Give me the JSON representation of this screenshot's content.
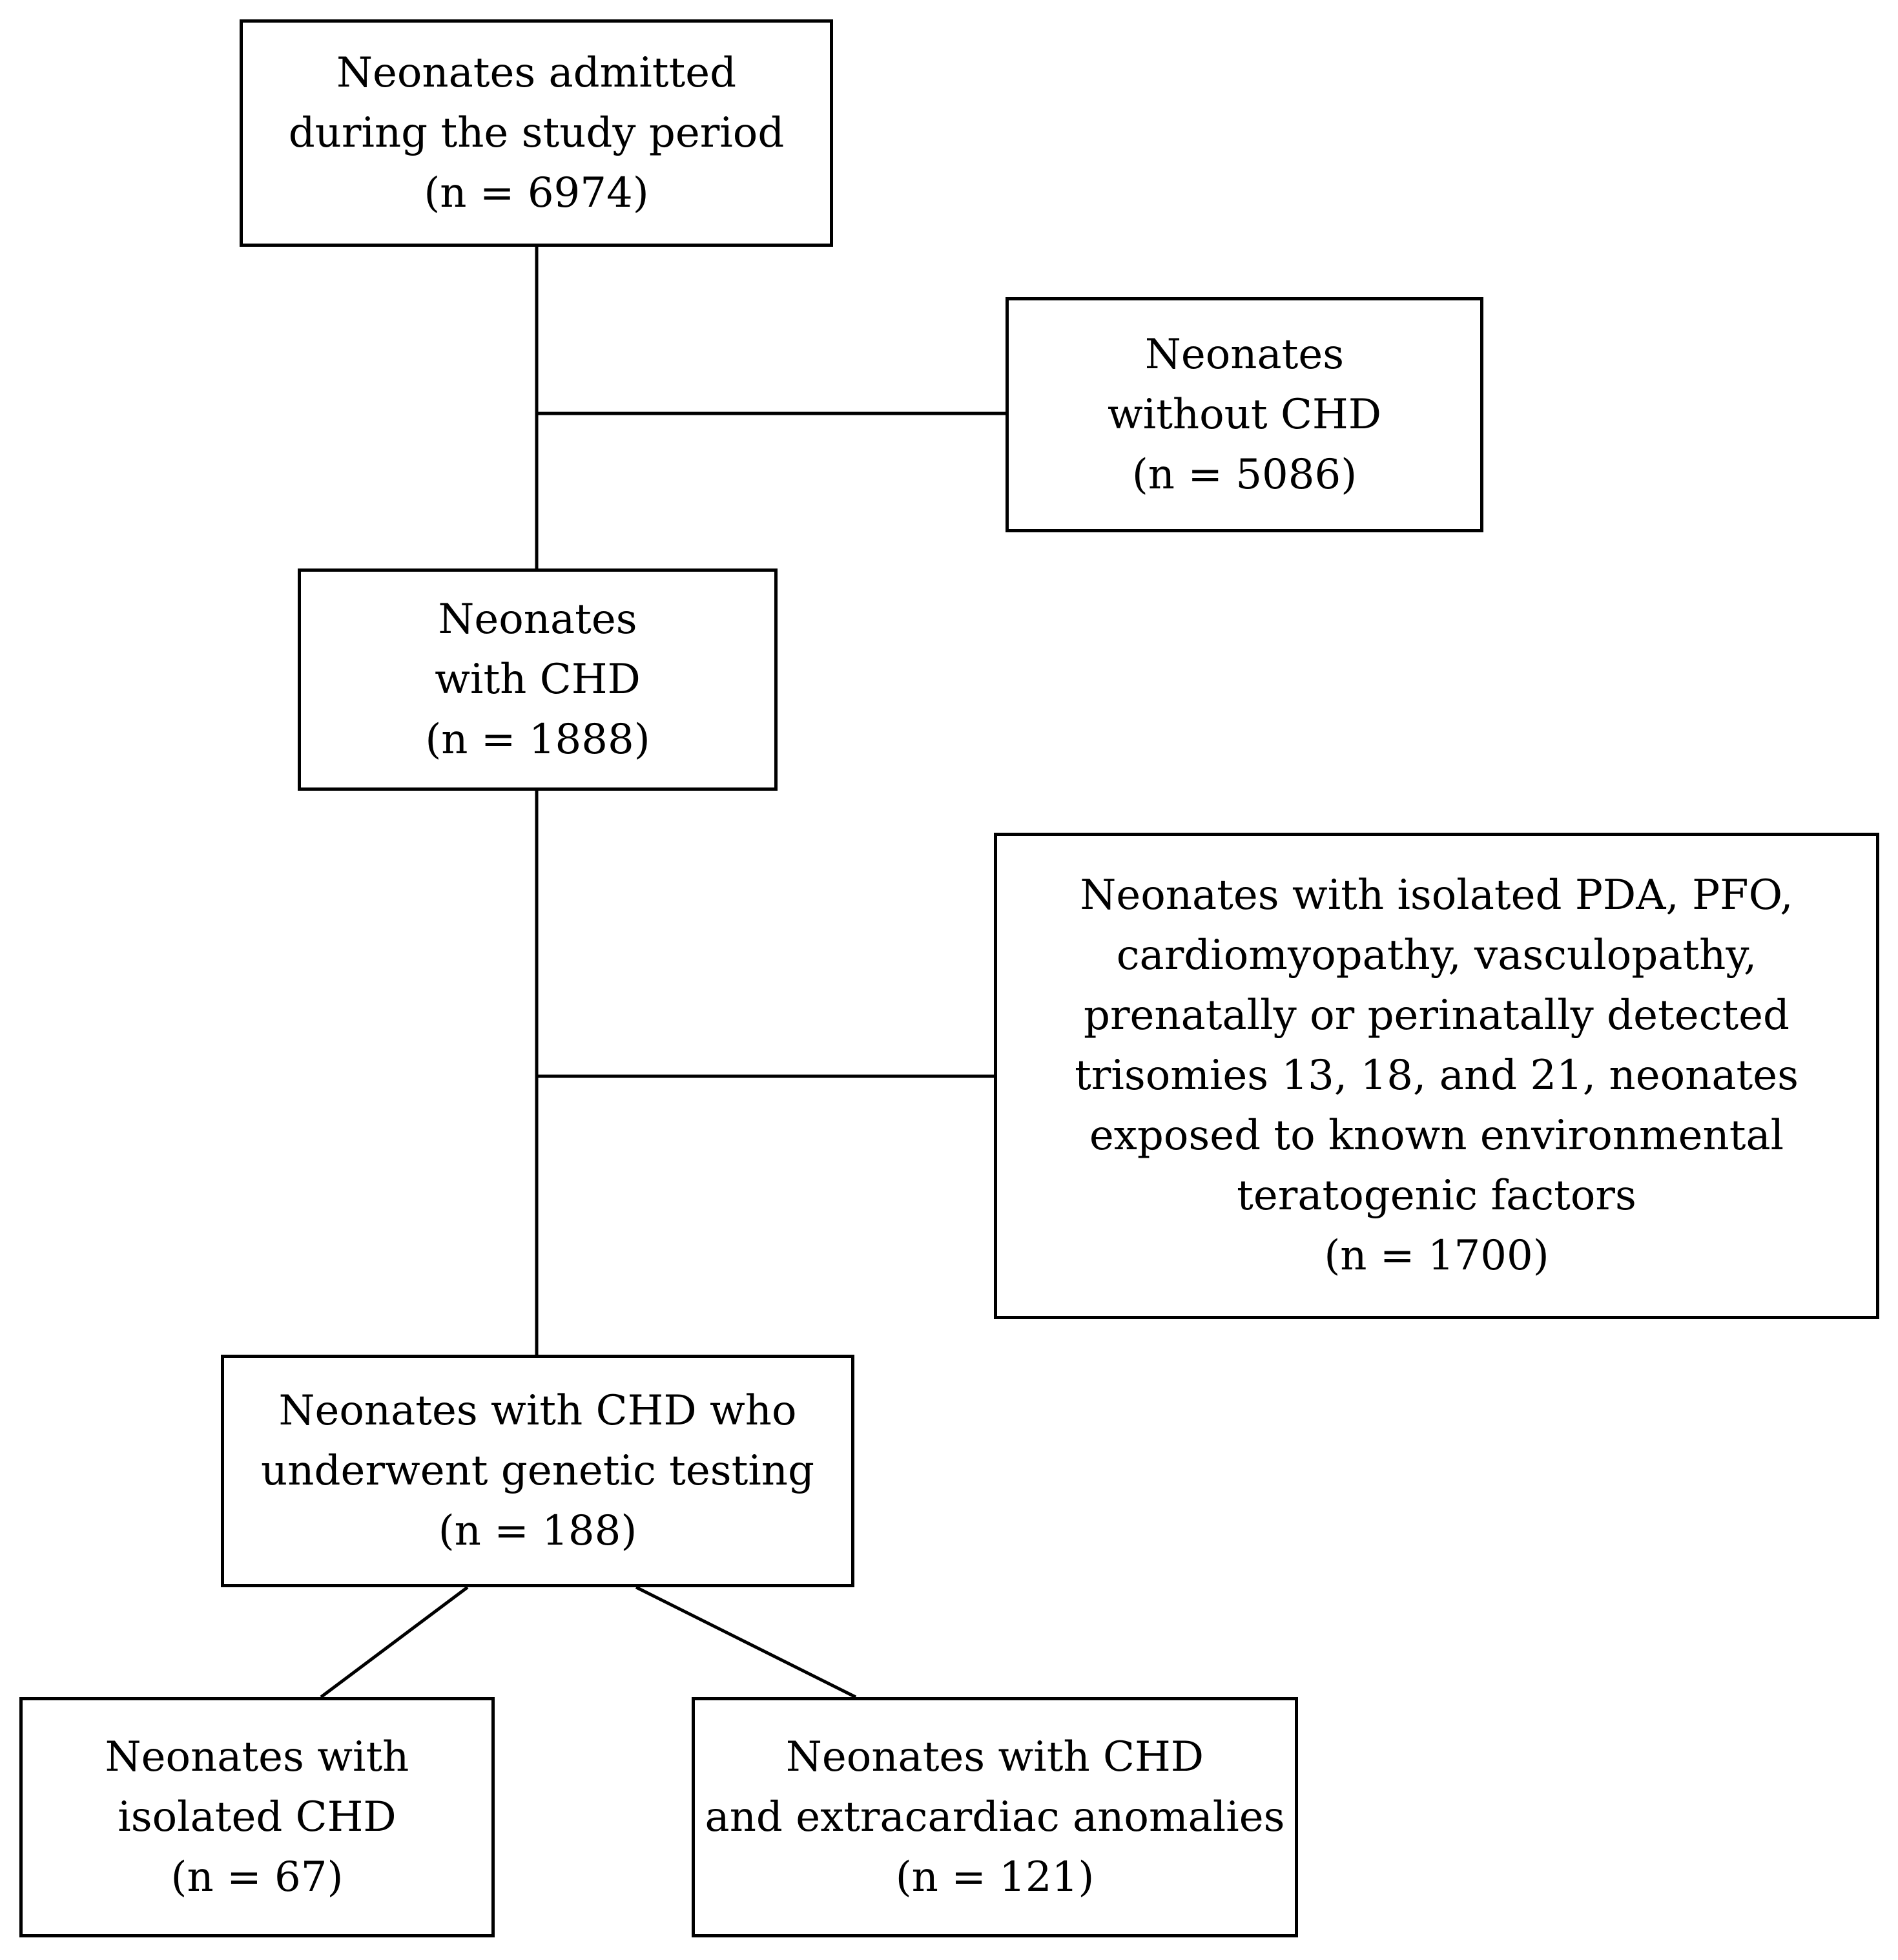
{
  "flowchart": {
    "admitted": {
      "lines": [
        "Neonates admitted",
        "during the study period",
        "(n = 6974)"
      ],
      "n": 6974
    },
    "without_chd": {
      "lines": [
        "Neonates",
        "without CHD",
        "(n = 5086)"
      ],
      "n": 5086
    },
    "with_chd": {
      "lines": [
        "Neonates",
        "with CHD",
        "(n = 1888)"
      ],
      "n": 1888
    },
    "excluded": {
      "lines": [
        "Neonates with isolated PDA, PFO,",
        "cardiomyopathy, vasculopathy,",
        "prenatally or perinatally detected",
        "trisomies 13, 18, and 21, neonates",
        "exposed to known environmental",
        "teratogenic factors",
        "(n = 1700)"
      ],
      "n": 1700
    },
    "genetic_testing": {
      "lines": [
        "Neonates with CHD who",
        "underwent genetic testing",
        "(n = 188)"
      ],
      "n": 188
    },
    "isolated_chd": {
      "lines": [
        "Neonates with",
        "isolated CHD",
        "(n = 67)"
      ],
      "n": 67
    },
    "extracardiac": {
      "lines": [
        "Neonates with CHD",
        "and extracardiac anomalies",
        "(n = 121)"
      ],
      "n": 121
    }
  }
}
